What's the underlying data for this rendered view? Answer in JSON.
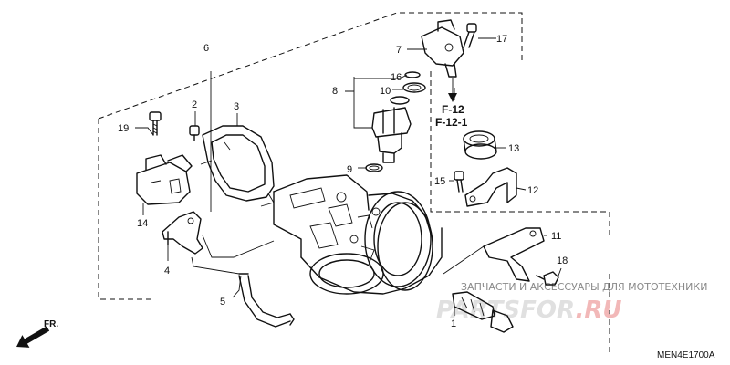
{
  "diagram": {
    "callouts": {
      "c1": "1",
      "c2": "2",
      "c3": "3",
      "c4": "4",
      "c5": "5",
      "c6": "6",
      "c7": "7",
      "c8": "8",
      "c9": "9",
      "c10": "10",
      "c11": "11",
      "c12": "12",
      "c13": "13",
      "c14": "14",
      "c15": "15",
      "c16": "16",
      "c17": "17",
      "c18": "18",
      "c19": "19"
    },
    "refs": {
      "r1": "F-12",
      "r2": "F-12-1"
    },
    "fr_label": "FR.",
    "diagram_code": "MEN4E1700A"
  },
  "watermark": {
    "caption": "ЗАПЧАСТИ И АКСЕССУАРЫ ДЛЯ МОТОТЕХНИКИ",
    "brand_main": "PARTSFOR",
    "brand_suffix": ".RU"
  }
}
